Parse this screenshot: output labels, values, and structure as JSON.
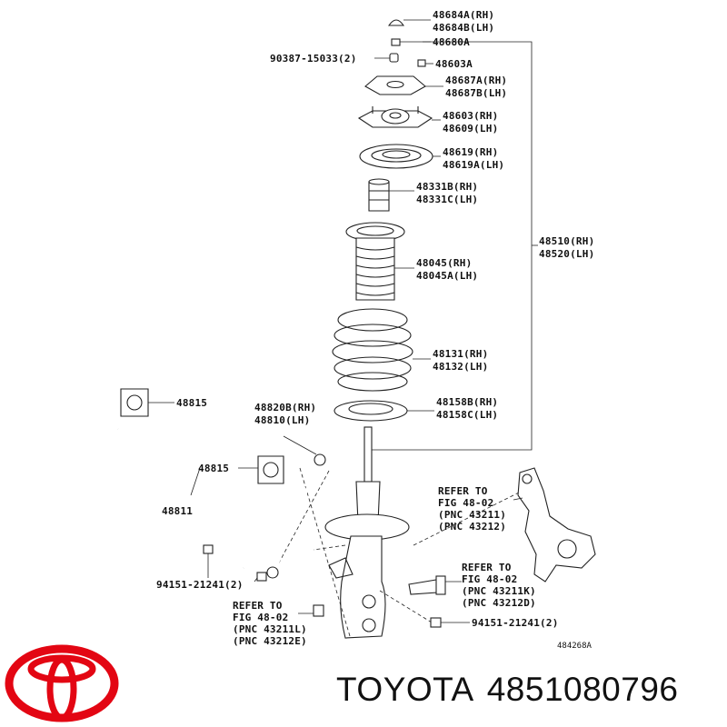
{
  "labels": {
    "p1": [
      "48684A(RH)",
      "48684B(LH)"
    ],
    "p2": [
      "48680A"
    ],
    "p3": [
      "90387-15033(2)"
    ],
    "p4": [
      "48603A"
    ],
    "p5": [
      "48687A(RH)",
      "48687B(LH)"
    ],
    "p6": [
      "48603(RH)",
      "48609(LH)"
    ],
    "p7": [
      "48619(RH)",
      "48619A(LH)"
    ],
    "p8": [
      "48331B(RH)",
      "48331C(LH)"
    ],
    "p9": [
      "48510(RH)",
      "48520(LH)"
    ],
    "p10": [
      "48045(RH)",
      "48045A(LH)"
    ],
    "p11": [
      "48131(RH)",
      "48132(LH)"
    ],
    "p12": [
      "48815"
    ],
    "p13": [
      "48820B(RH)",
      "48810(LH)"
    ],
    "p14": [
      "48158B(RH)",
      "48158C(LH)"
    ],
    "p15": [
      "48815"
    ],
    "p16": [
      "48811"
    ],
    "p17": [
      "REFER TO",
      "FIG 48-02",
      "(PNC 43211)",
      "(PNC 43212)"
    ],
    "p18": [
      "94151-21241(2)"
    ],
    "p19": [
      "REFER TO",
      "FIG 48-02",
      "(PNC 43211K)",
      "(PNC 43212D)"
    ],
    "p20": [
      "REFER TO",
      "FIG 48-02",
      "(PNC 43211L)",
      "(PNC 43212E)"
    ],
    "p21": [
      "94151-21241(2)"
    ]
  },
  "figure_code": "484268A",
  "brand": {
    "name": "TOYOTA",
    "part_number": "4851080796",
    "logo_color": "#e30613"
  }
}
